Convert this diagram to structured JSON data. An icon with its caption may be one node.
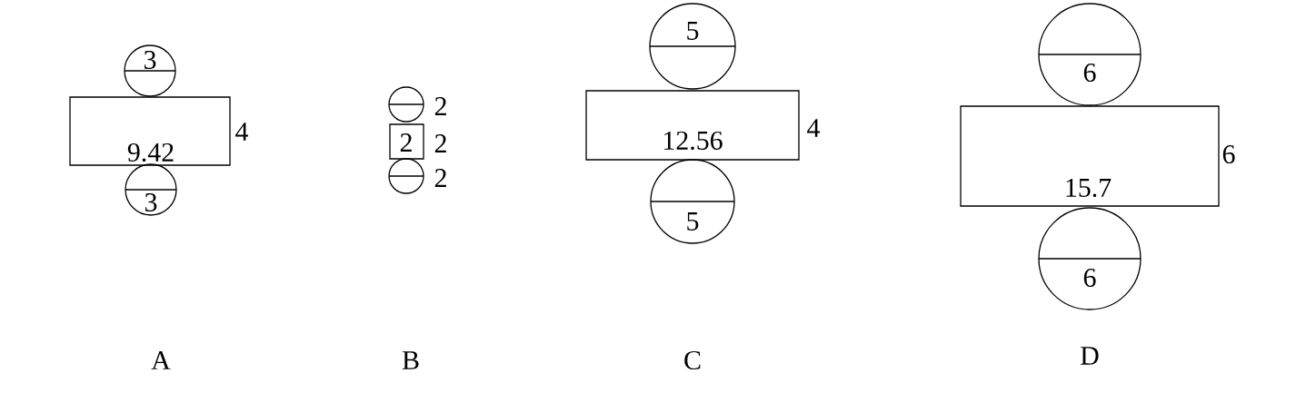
{
  "diagram": {
    "nodes": [
      {
        "text": [
          "3"
        ]
      },
      {
        "text": [
          "9.42"
        ],
        "beside": [
          "4"
        ]
      },
      {
        "text": [
          "3"
        ]
      },
      {
        "text": [],
        "shape": "circle",
        "beside": [
          "2"
        ]
      },
      {
        "text": [
          "2"
        ],
        "beside": [
          "2"
        ]
      },
      {
        "text": [],
        "shape": "circle",
        "beside": [
          "2"
        ]
      },
      {
        "text": [
          "5"
        ]
      },
      {
        "text": [
          "12.56"
        ],
        "beside": [
          "4"
        ]
      },
      {
        "text": [
          "5"
        ]
      },
      {
        "text": [
          "6"
        ]
      },
      {
        "text": [
          "15.7"
        ],
        "beside": [
          "6"
        ]
      },
      {
        "text": [
          "6"
        ]
      }
    ],
    "labels": [
      "A",
      "B",
      "C",
      "D"
    ]
  }
}
